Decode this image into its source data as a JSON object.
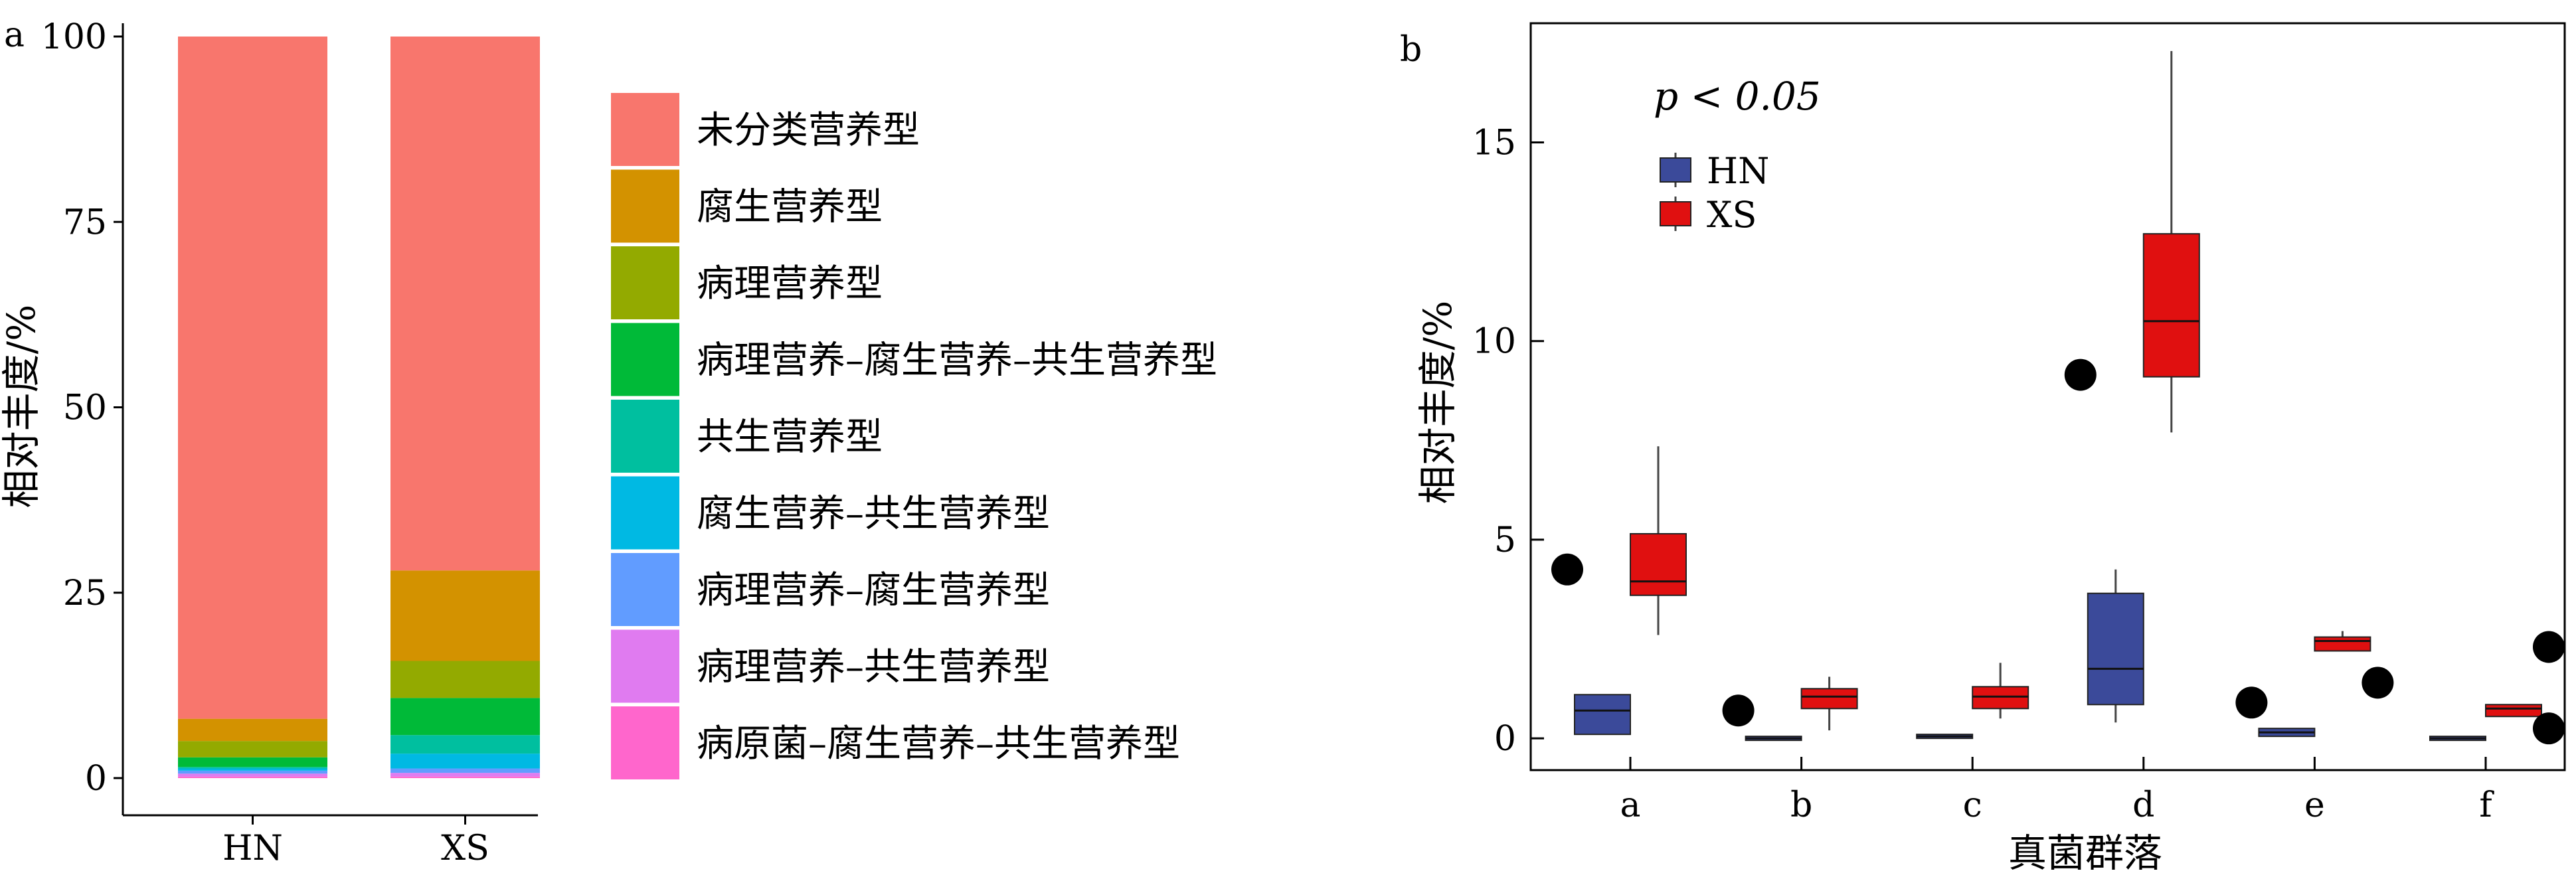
{
  "chart_data": [
    {
      "panel_label": "a",
      "type": "bar",
      "stacked": true,
      "categories": [
        "HN",
        "XS"
      ],
      "ylabel": "相对丰度/%",
      "ylim": [
        0,
        100
      ],
      "yticks": [
        0,
        25,
        50,
        75,
        100
      ],
      "legend_position": "right",
      "series": [
        {
          "name": "病原菌–腐生营养–共生营养型",
          "color": "#FF66CC",
          "values": [
            0.2,
            0.2
          ]
        },
        {
          "name": "病理营养–共生营养型",
          "color": "#E07BF0",
          "values": [
            0.4,
            0.5
          ]
        },
        {
          "name": "病理营养–腐生营养型",
          "color": "#619CFF",
          "values": [
            0.4,
            0.6
          ]
        },
        {
          "name": "腐生营养–共生营养型",
          "color": "#00B9E3",
          "values": [
            0.3,
            2.0
          ]
        },
        {
          "name": "共生营养型",
          "color": "#00BF9F",
          "values": [
            0.2,
            2.5
          ]
        },
        {
          "name": "病理营养–腐生营养–共生营养型",
          "color": "#00BA38",
          "values": [
            1.3,
            5.0
          ]
        },
        {
          "name": "病理营养型",
          "color": "#93AA00",
          "values": [
            2.2,
            5.0
          ]
        },
        {
          "name": "腐生营养型",
          "color": "#D39200",
          "values": [
            3.0,
            12.2
          ]
        },
        {
          "name": "未分类营养型",
          "color": "#F8766D",
          "values": [
            92.0,
            72.0
          ]
        }
      ]
    },
    {
      "panel_label": "b",
      "type": "box",
      "categories": [
        "a",
        "b",
        "c",
        "d",
        "e",
        "f"
      ],
      "xlabel": "真菌群落",
      "ylabel": "相对丰度/%",
      "ylim": [
        -0.8,
        18
      ],
      "yticks": [
        0,
        5,
        10,
        15
      ],
      "annotation": "p < 0.05",
      "legend_position": "top-left",
      "series": [
        {
          "name": "HN",
          "color": "#3B4A9A",
          "boxes": [
            {
              "min": 0.1,
              "q1": 0.1,
              "median": 0.7,
              "q3": 1.1,
              "max": 1.1,
              "outliers": []
            },
            {
              "min": 0.0,
              "q1": 0.0,
              "median": 0.0,
              "q3": 0.05,
              "max": 0.05,
              "outliers": []
            },
            {
              "min": 0.0,
              "q1": 0.0,
              "median": 0.05,
              "q3": 0.1,
              "max": 0.1,
              "outliers": []
            },
            {
              "min": 0.4,
              "q1": 0.85,
              "median": 1.75,
              "q3": 3.65,
              "max": 4.25,
              "outliers": []
            },
            {
              "min": 0.05,
              "q1": 0.05,
              "median": 0.15,
              "q3": 0.25,
              "max": 0.25,
              "outliers": []
            },
            {
              "min": 0.0,
              "q1": 0.0,
              "median": 0.0,
              "q3": 0.05,
              "max": 0.05,
              "outliers": []
            }
          ]
        },
        {
          "name": "XS",
          "color": "#E01010",
          "boxes": [
            {
              "min": 2.6,
              "q1": 3.6,
              "median": 3.95,
              "q3": 5.15,
              "max": 7.35,
              "outliers": []
            },
            {
              "min": 0.2,
              "q1": 0.75,
              "median": 1.05,
              "q3": 1.25,
              "max": 1.55,
              "outliers": []
            },
            {
              "min": 0.5,
              "q1": 0.75,
              "median": 1.05,
              "q3": 1.3,
              "max": 1.9,
              "outliers": []
            },
            {
              "min": 7.7,
              "q1": 9.1,
              "median": 10.5,
              "q3": 12.7,
              "max": 17.3,
              "outliers": []
            },
            {
              "min": 2.2,
              "q1": 2.2,
              "median": 2.45,
              "q3": 2.55,
              "max": 2.7,
              "outliers": []
            },
            {
              "min": 0.55,
              "q1": 0.55,
              "median": 0.75,
              "q3": 0.85,
              "max": 0.85,
              "outliers": []
            }
          ]
        }
      ],
      "points": [
        {
          "category": "a",
          "offset": -0.5,
          "value": 4.25
        },
        {
          "category": "b",
          "offset": -0.5,
          "value": 0.7
        },
        {
          "category": "d",
          "offset": -0.5,
          "value": 9.15
        },
        {
          "category": "e",
          "offset": -0.5,
          "value": 0.9
        },
        {
          "category": "e",
          "offset": 0.5,
          "value": 1.4
        },
        {
          "category": "f",
          "offset": 0.5,
          "value": 2.3
        },
        {
          "category": "f",
          "offset": 0.5,
          "value": 0.25
        }
      ]
    }
  ]
}
